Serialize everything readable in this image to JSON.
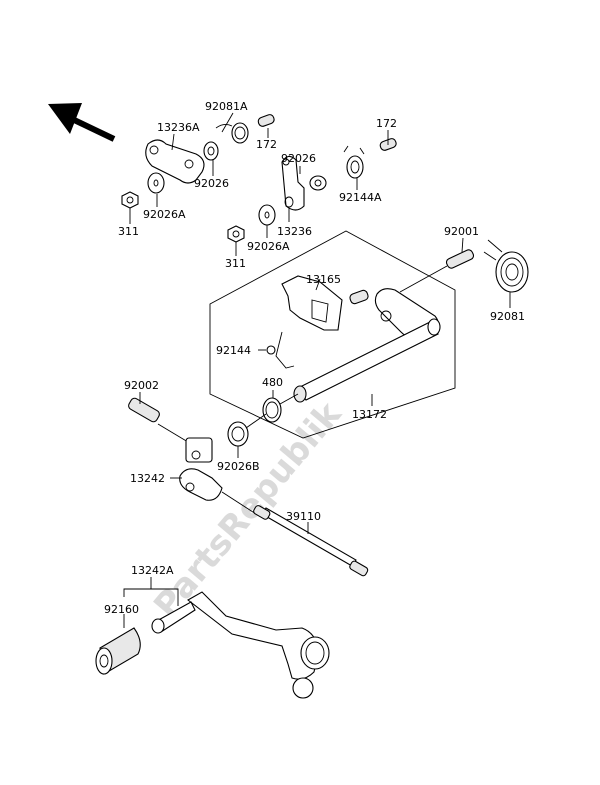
{
  "diagram": {
    "title": "Gear Change Mechanism",
    "watermark": "PartsRepublik",
    "direction_indicator": "front-arrow-icon",
    "parts": [
      {
        "id": "p1",
        "number": "92081A"
      },
      {
        "id": "p2",
        "number": "13236A"
      },
      {
        "id": "p3",
        "number": "172"
      },
      {
        "id": "p4",
        "number": "92026"
      },
      {
        "id": "p5",
        "number": "311"
      },
      {
        "id": "p6",
        "number": "92026A"
      },
      {
        "id": "p7",
        "number": "172"
      },
      {
        "id": "p8",
        "number": "92026"
      },
      {
        "id": "p9",
        "number": "92144A"
      },
      {
        "id": "p10",
        "number": "13236"
      },
      {
        "id": "p11",
        "number": "311"
      },
      {
        "id": "p12",
        "number": "92026A"
      },
      {
        "id": "p13",
        "number": "92001"
      },
      {
        "id": "p14",
        "number": "13165"
      },
      {
        "id": "p15",
        "number": "92081"
      },
      {
        "id": "p16",
        "number": "92144"
      },
      {
        "id": "p17",
        "number": "480"
      },
      {
        "id": "p18",
        "number": "13172"
      },
      {
        "id": "p19",
        "number": "92002"
      },
      {
        "id": "p20",
        "number": "92026B"
      },
      {
        "id": "p21",
        "number": "13242"
      },
      {
        "id": "p22",
        "number": "39110"
      },
      {
        "id": "p23",
        "number": "13242A"
      },
      {
        "id": "p24",
        "number": "92160"
      }
    ]
  }
}
